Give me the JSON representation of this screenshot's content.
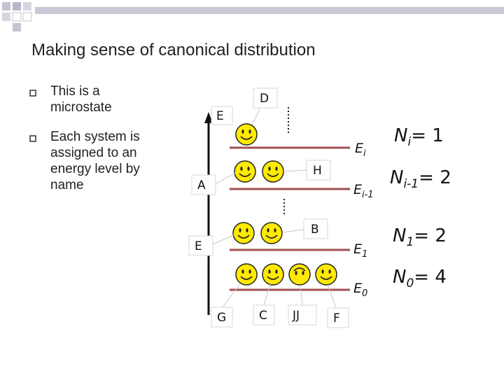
{
  "title": "Making sense of canonical distribution",
  "bullets": [
    {
      "text": "This is a microstate"
    },
    {
      "text": "Each system is assigned to an energy level by name"
    }
  ],
  "diagram": {
    "axis_label": "E",
    "level_labels": [
      {
        "main": "E",
        "sub": "i"
      },
      {
        "main": "E",
        "sub": "i-1"
      },
      {
        "main": "E",
        "sub": "1"
      },
      {
        "main": "E",
        "sub": "0"
      }
    ],
    "counts": [
      {
        "main": "N",
        "sub": "i",
        "value": "= 1"
      },
      {
        "main": "N",
        "sub": "i-1",
        "value": "= 2"
      },
      {
        "main": "N",
        "sub": "1",
        "value": "= 2"
      },
      {
        "main": "N",
        "sub": "0",
        "value": "= 4"
      }
    ],
    "names": {
      "d": "D",
      "e_top": "E",
      "h": "H",
      "a": "A",
      "b": "B",
      "e_mid": "E",
      "g": "G",
      "c": "C",
      "jj": "JJ",
      "f": "F"
    }
  },
  "colors": {
    "level_line": "#a05050",
    "smiley_fill": "#ffea00",
    "deco_square": "#b7b7cc",
    "deco_bar": "#c9c9d6"
  }
}
